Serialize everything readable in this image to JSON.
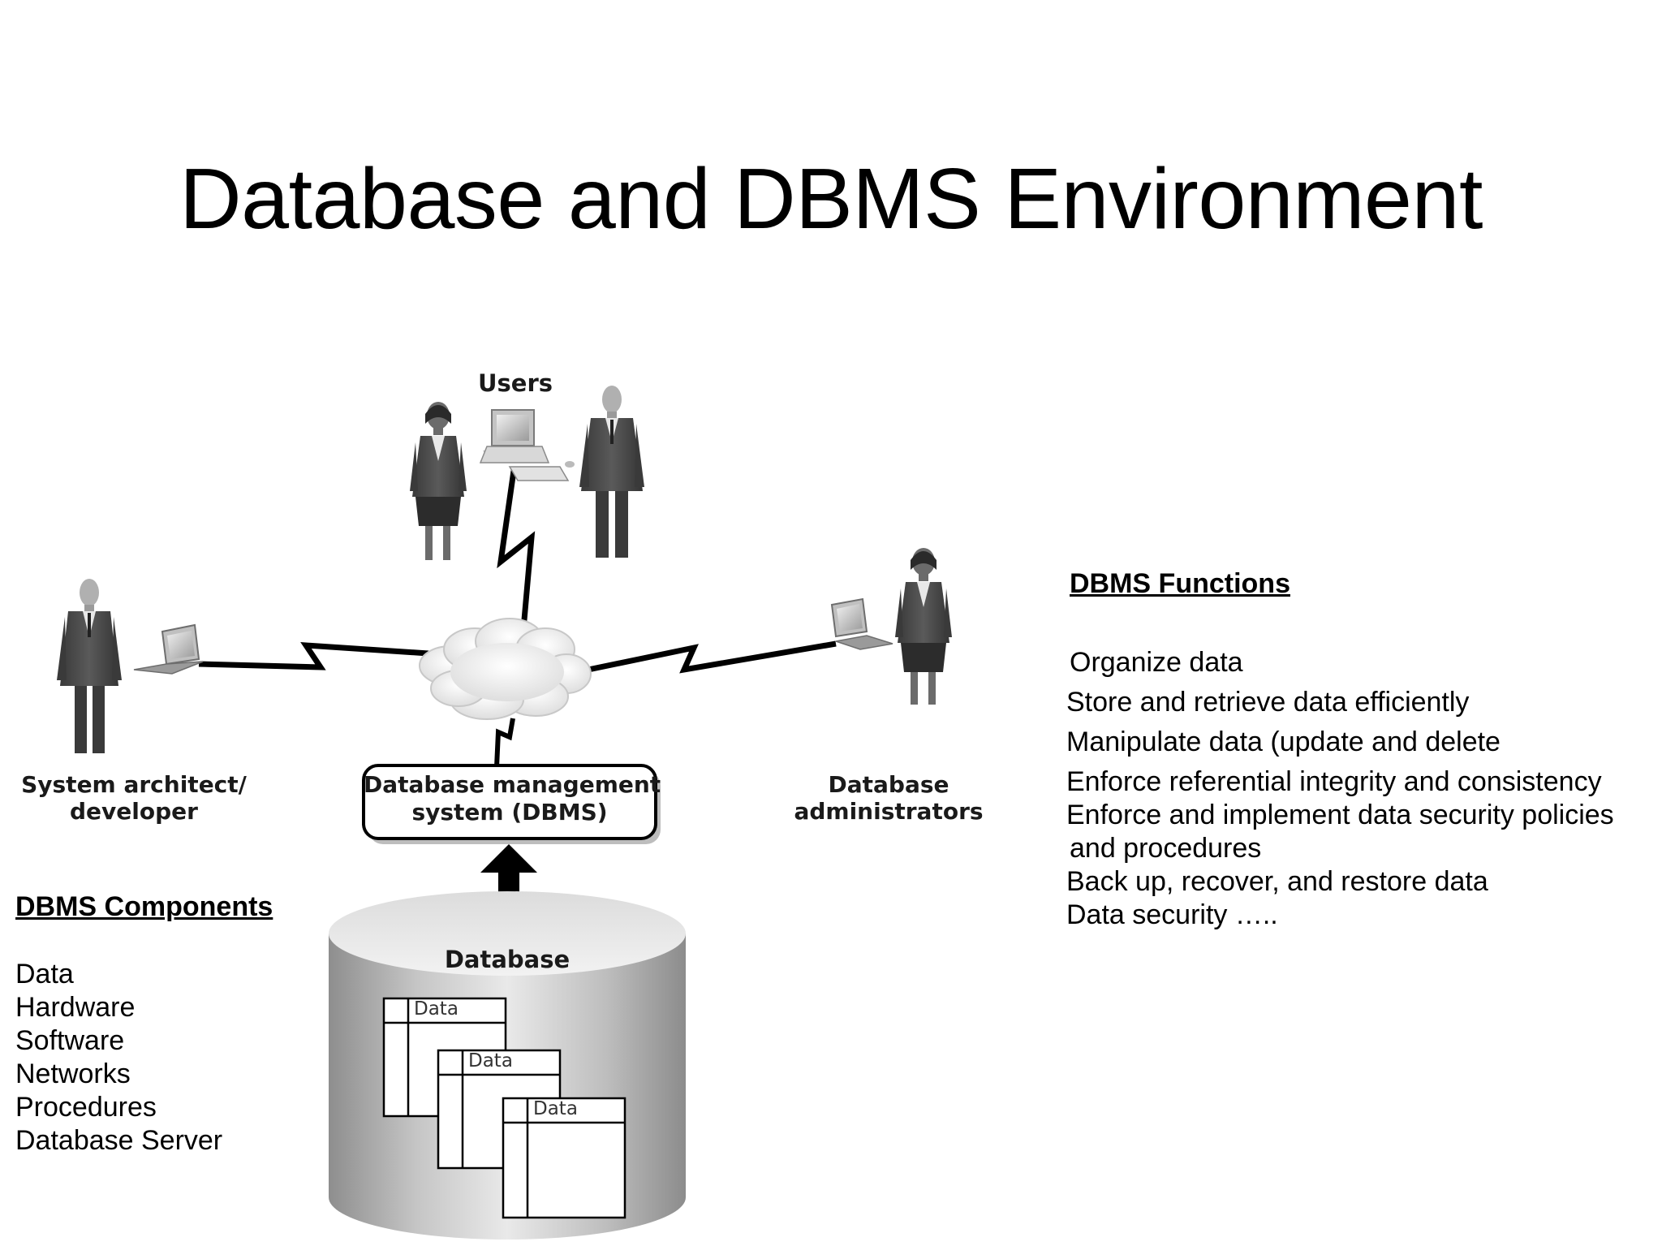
{
  "slide": {
    "title": "Database and DBMS Environment"
  },
  "diagram": {
    "users_label": "Users",
    "architect_label_line1": "System architect/",
    "architect_label_line2": "developer",
    "dba_label_line1": "Database",
    "dba_label_line2": "administrators",
    "dbms_label_line1": "Database management",
    "dbms_label_line2": "system (DBMS)",
    "database_label": "Database",
    "table_labels": [
      "Data",
      "Data",
      "Data"
    ]
  },
  "components": {
    "heading": "DBMS Components",
    "items": [
      "Data",
      "Hardware",
      "Software",
      "Networks",
      "Procedures",
      "Database Server"
    ]
  },
  "functions": {
    "heading": "DBMS Functions",
    "items": [
      "Organize data",
      "Store and retrieve data efficiently",
      "Manipulate data (update and delete",
      "Enforce referential integrity and consistency",
      "Enforce and implement data security policies",
      "and procedures",
      "Back up, recover, and restore data",
      "Data security ….."
    ]
  }
}
